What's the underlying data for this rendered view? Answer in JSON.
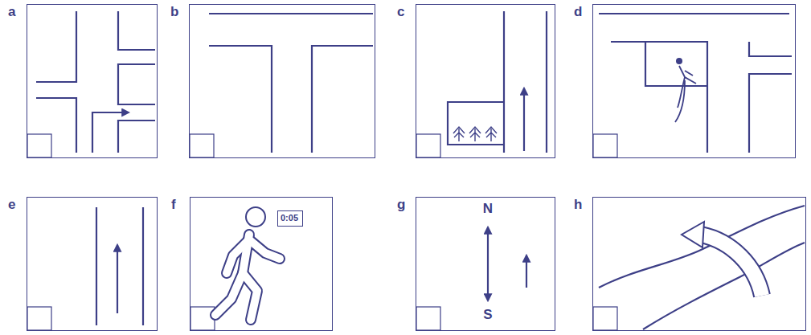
{
  "diagram": {
    "nodes": [
      {
        "text": [
          "a"
        ]
      },
      {
        "text": [
          "b"
        ]
      },
      {
        "text": [
          "c"
        ]
      },
      {
        "text": [
          "d"
        ]
      },
      {
        "text": [
          "e"
        ]
      },
      {
        "text": [
          "f"
        ]
      },
      {
        "text": [
          "g"
        ]
      },
      {
        "text": [
          "h"
        ]
      },
      {
        "text": [
          "0:05"
        ],
        "in": 5
      }
    ],
    "labels": [
      "N",
      "S"
    ]
  }
}
